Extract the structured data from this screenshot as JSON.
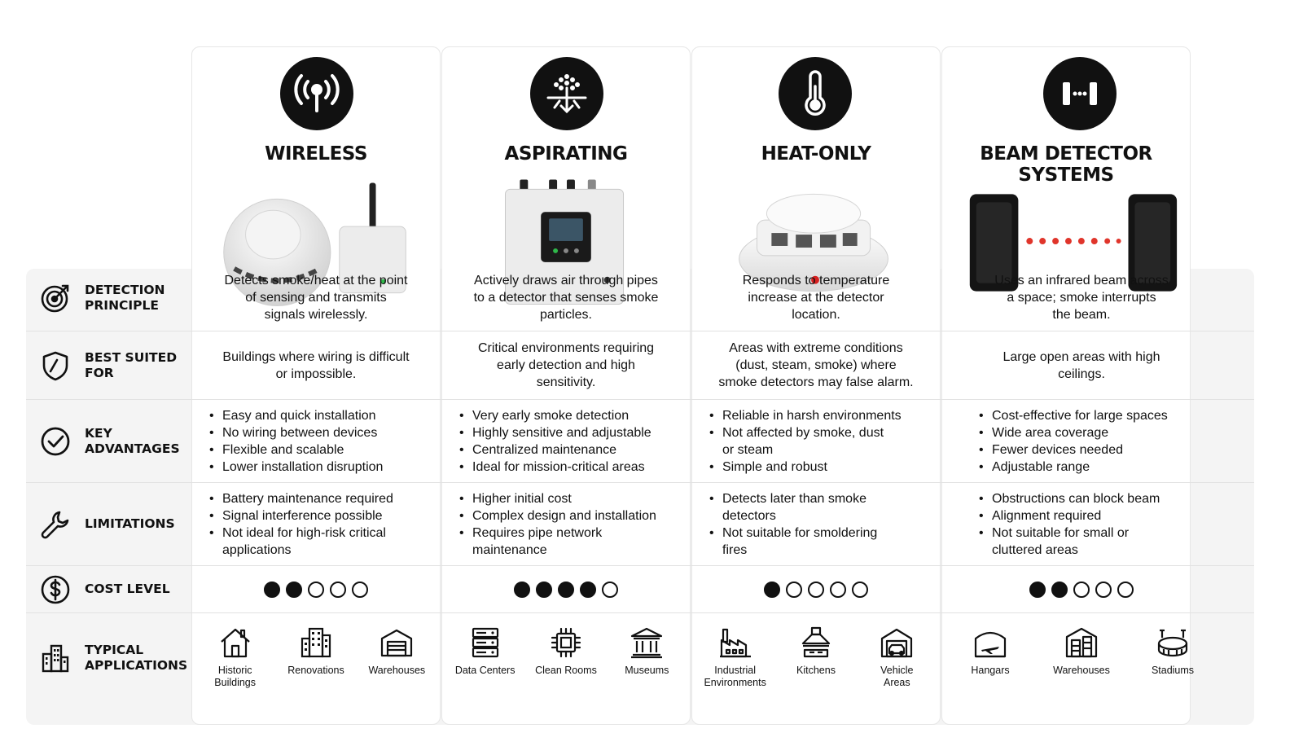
{
  "colors": {
    "dark": "#111111",
    "panel": "#f4f4f4",
    "border": "#e6e6e6",
    "beam_red": "#e0352b",
    "led_green": "#2fb84a",
    "led_red": "#d62020"
  },
  "columns": [
    {
      "title": "WIRELESS",
      "badge_icon": "wireless-signal-icon",
      "detection": "Detects smoke/heat at the point\nof sensing and transmits\nsignals wirelessly.",
      "best_for": "Buildings where wiring is difficult\nor impossible.",
      "advantages": [
        "Easy and quick installation",
        "No wiring between devices",
        "Flexible and scalable",
        "Lower installation disruption"
      ],
      "limitations": [
        "Battery maintenance required",
        "Signal interference possible",
        "Not ideal for high-risk critical\napplications"
      ],
      "cost_level": 2,
      "cost_max": 5,
      "applications": [
        {
          "label": "Historic\nBuildings",
          "icon": "house-icon"
        },
        {
          "label": "Renovations",
          "icon": "building-icon"
        },
        {
          "label": "Warehouses",
          "icon": "warehouse-icon"
        }
      ]
    },
    {
      "title": "ASPIRATING",
      "badge_icon": "aspirating-airflow-icon",
      "detection": "Actively draws air through pipes\nto a detector that senses smoke\nparticles.",
      "best_for": "Critical environments requiring\nearly detection and high\nsensitivity.",
      "advantages": [
        "Very early smoke detection",
        "Highly sensitive and adjustable",
        "Centralized maintenance",
        "Ideal for mission-critical areas"
      ],
      "limitations": [
        "Higher initial cost",
        "Complex design and installation",
        "Requires pipe network\nmaintenance"
      ],
      "cost_level": 4,
      "cost_max": 5,
      "applications": [
        {
          "label": "Data Centers",
          "icon": "server-icon"
        },
        {
          "label": "Clean Rooms",
          "icon": "chip-icon"
        },
        {
          "label": "Museums",
          "icon": "museum-icon"
        }
      ]
    },
    {
      "title": "HEAT-ONLY",
      "badge_icon": "thermometer-icon",
      "detection": "Responds to temperature\nincrease at the detector\nlocation.",
      "best_for": "Areas with extreme conditions\n(dust, steam, smoke) where\nsmoke detectors may false alarm.",
      "advantages": [
        "Reliable in harsh environments",
        "Not affected by smoke, dust\nor steam",
        "Simple and robust"
      ],
      "limitations": [
        "Detects later than smoke\ndetectors",
        "Not suitable for smoldering\nfires"
      ],
      "cost_level": 1,
      "cost_max": 5,
      "applications": [
        {
          "label": "Industrial\nEnvironments",
          "icon": "factory-icon"
        },
        {
          "label": "Kitchens",
          "icon": "range-hood-icon"
        },
        {
          "label": "Vehicle\nAreas",
          "icon": "garage-icon"
        }
      ]
    },
    {
      "title": "BEAM DETECTOR SYSTEMS",
      "badge_icon": "beam-icon",
      "detection": "Uses an infrared beam across\na space; smoke interrupts\nthe beam.",
      "best_for": "Large open areas with high\nceilings.",
      "advantages": [
        "Cost-effective for large spaces",
        "Wide area coverage",
        "Fewer devices needed",
        "Adjustable range"
      ],
      "limitations": [
        "Obstructions can block beam",
        "Alignment required",
        "Not suitable for small or\ncluttered areas"
      ],
      "cost_level": 2,
      "cost_max": 5,
      "applications": [
        {
          "label": "Hangars",
          "icon": "hangar-icon"
        },
        {
          "label": "Warehouses",
          "icon": "warehouse-shelves-icon"
        },
        {
          "label": "Stadiums",
          "icon": "stadium-icon"
        }
      ]
    }
  ],
  "rows": [
    {
      "key": "detection",
      "label": "DETECTION\nPRINCIPLE",
      "icon": "target-icon"
    },
    {
      "key": "best_for",
      "label": "BEST SUITED\nFOR",
      "icon": "shield-icon"
    },
    {
      "key": "advantages",
      "label": "KEY\nADVANTAGES",
      "icon": "check-circle-icon"
    },
    {
      "key": "limitations",
      "label": "LIMITATIONS",
      "icon": "wrench-icon"
    },
    {
      "key": "cost_level",
      "label": "COST LEVEL",
      "icon": "dollar-icon"
    },
    {
      "key": "applications",
      "label": "TYPICAL\nAPPLICATIONS",
      "icon": "city-icon"
    }
  ]
}
